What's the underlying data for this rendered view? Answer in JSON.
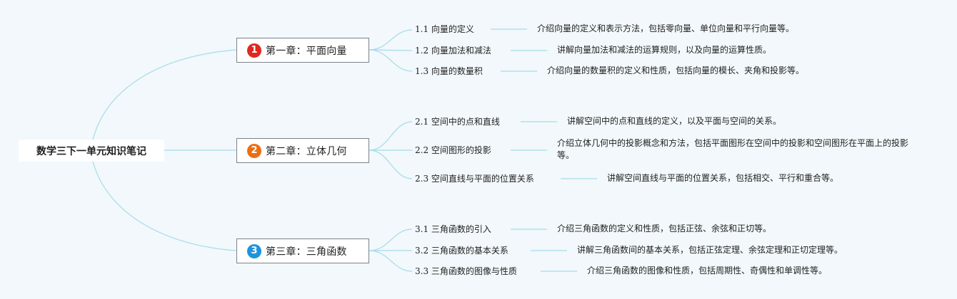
{
  "root": {
    "title": "数学三下一单元知识笔记"
  },
  "colors": {
    "connector": "#a6dbeb",
    "badge1": "#e0281e",
    "badge2": "#ec6e12",
    "badge3": "#1f93dd"
  },
  "chapters": [
    {
      "number": "1",
      "title": "第一章：平面向量",
      "topics": [
        {
          "label": "1.1 向量的定义",
          "desc": "介绍向量的定义和表示方法，包括零向量、单位向量和平行向量等。"
        },
        {
          "label": "1.2 向量加法和减法",
          "desc": "讲解向量加法和减法的运算规则，以及向量的运算性质。"
        },
        {
          "label": "1.3 向量的数量积",
          "desc": "介绍向量的数量积的定义和性质，包括向量的模长、夹角和投影等。"
        }
      ]
    },
    {
      "number": "2",
      "title": "第二章：立体几何",
      "topics": [
        {
          "label": "2.1 空间中的点和直线",
          "desc": "讲解空间中的点和直线的定义，以及平面与空间的关系。"
        },
        {
          "label": "2.2 空间图形的投影",
          "desc": "介绍立体几何中的投影概念和方法，包括平面图形在空间中的投影和空间图形在平面上的投影等。"
        },
        {
          "label": "2.3 空间直线与平面的位置关系",
          "desc": "讲解空间直线与平面的位置关系，包括相交、平行和重合等。"
        }
      ]
    },
    {
      "number": "3",
      "title": "第三章：三角函数",
      "topics": [
        {
          "label": "3.1 三角函数的引入",
          "desc": "介绍三角函数的定义和性质，包括正弦、余弦和正切等。"
        },
        {
          "label": "3.2 三角函数的基本关系",
          "desc": "讲解三角函数间的基本关系，包括正弦定理、余弦定理和正切定理等。"
        },
        {
          "label": "3.3 三角函数的图像与性质",
          "desc": "介绍三角函数的图像和性质，包括周期性、奇偶性和单调性等。"
        }
      ]
    }
  ]
}
